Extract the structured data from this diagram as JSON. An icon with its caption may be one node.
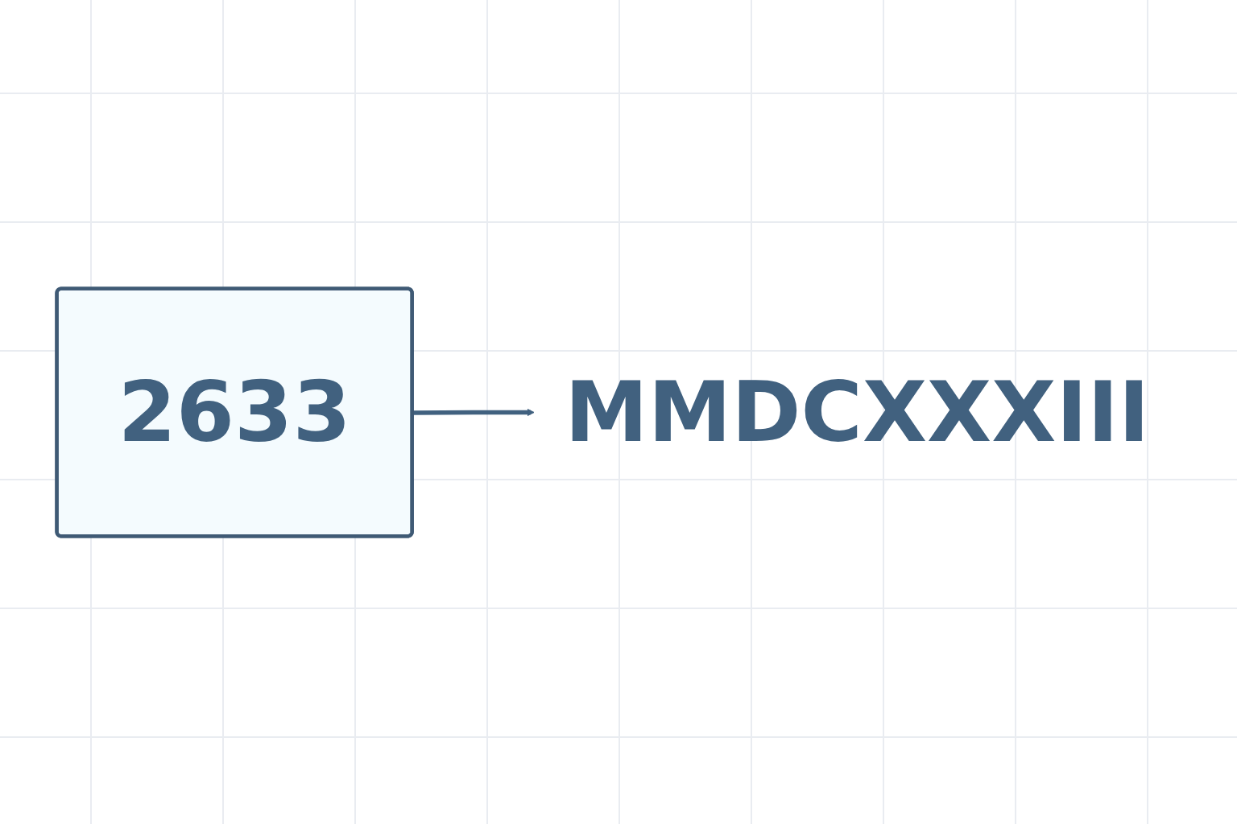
{
  "diagram": {
    "nodes": [
      {
        "text": [
          "2633"
        ]
      },
      {
        "text": [
          "MMDCXXXIII"
        ]
      }
    ],
    "edges": [
      {
        "from": 0,
        "to": 1,
        "arrow": "to"
      }
    ]
  }
}
